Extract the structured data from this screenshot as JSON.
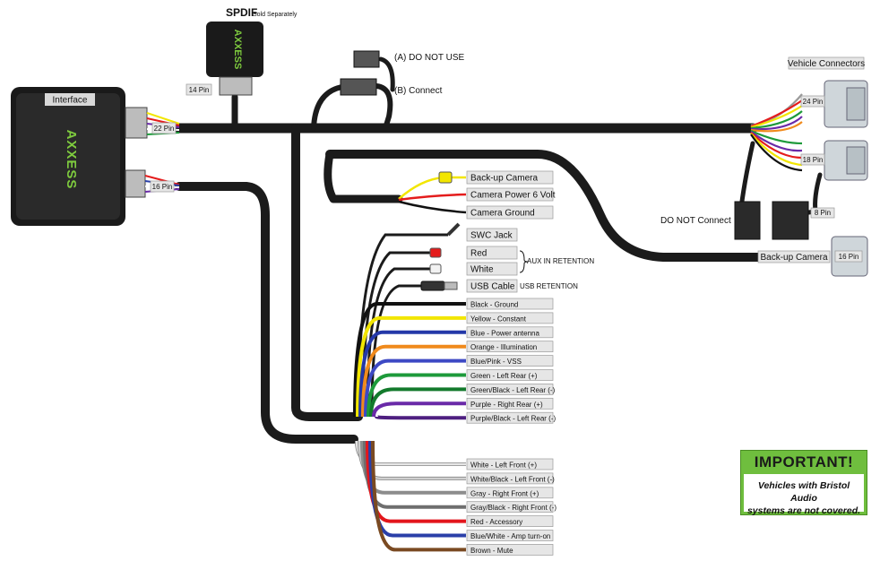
{
  "spdif": {
    "title": "SPDIF",
    "note": "Sold Separately"
  },
  "interface": {
    "label": "Interface",
    "logo": "AXXESS"
  },
  "pins": {
    "p14": "14 Pin",
    "p22": "22 Pin",
    "p16a": "16 Pin",
    "p24": "24 Pin",
    "p18": "18 Pin",
    "p8": "8 Pin",
    "p16b": "16 Pin"
  },
  "connectors": {
    "a": "(A) DO NOT USE",
    "b": "(B) Connect",
    "vehicle": "Vehicle Connectors",
    "do_not_connect": "DO NOT Connect",
    "backup_camera_vehicle": "Back-up Camera"
  },
  "top_leads": {
    "backup": "Back-up Camera",
    "power6": "Camera Power 6 Volt",
    "ground": "Camera Ground",
    "swc": "SWC Jack",
    "red": "Red",
    "white": "White",
    "aux": "AUX IN RETENTION",
    "usb": "USB Cable",
    "usb_ret": "USB RETENTION"
  },
  "wires_mid": [
    {
      "label": "Black - Ground",
      "color": "#111111"
    },
    {
      "label": "Yellow - Constant",
      "color": "#f2e600"
    },
    {
      "label": "Blue - Power antenna",
      "color": "#2438a8"
    },
    {
      "label": "Orange - Illumination",
      "color": "#f08a1c"
    },
    {
      "label": "Blue/Pink - VSS",
      "color": "#3d49c4"
    },
    {
      "label": "Green - Left Rear (+)",
      "color": "#1d9a3a"
    },
    {
      "label": "Green/Black - Left Rear (-)",
      "color": "#137a2c"
    },
    {
      "label": "Purple - Right Rear (+)",
      "color": "#6a2aa8"
    },
    {
      "label": "Purple/Black - Left Rear (-)",
      "color": "#4e1f80"
    }
  ],
  "wires_bottom": [
    {
      "label": "White - Left Front (+)",
      "color": "#e6e6e6"
    },
    {
      "label": "White/Black - Left Front (-)",
      "color": "#cfcfcf"
    },
    {
      "label": "Gray - Right Front (+)",
      "color": "#8c8c8c"
    },
    {
      "label": "Gray/Black - Right Front (-)",
      "color": "#6e6e6e"
    },
    {
      "label": "Red - Accessory",
      "color": "#e3161c"
    },
    {
      "label": "Blue/White - Amp turn-on",
      "color": "#2a3fa8"
    },
    {
      "label": "Brown - Mute",
      "color": "#7a4a22"
    }
  ],
  "important": {
    "title": "IMPORTANT!",
    "line1": "Vehicles with Bristol Audio",
    "line2": "systems are not covered."
  }
}
